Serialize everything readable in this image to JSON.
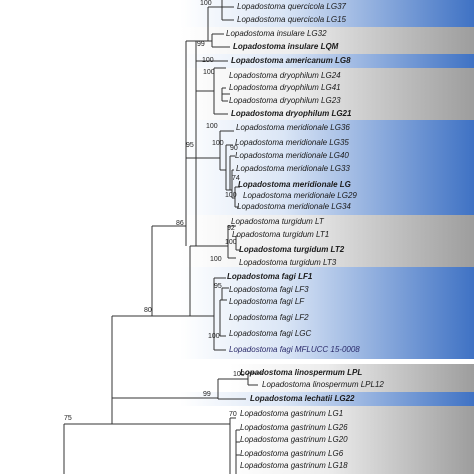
{
  "colors": {
    "blue_band": "#3f72c4",
    "gray_band": "#9d9d9d",
    "branch": "#333333",
    "highlight_label": "#2a2a6a"
  },
  "taxa": [
    {
      "genus": "Lopadostoma",
      "epithet": "quercicola",
      "strain": "LG37",
      "bold": false
    },
    {
      "genus": "Lopadostoma",
      "epithet": "quercicola",
      "strain": "LG15",
      "bold": false
    },
    {
      "genus": "Lopadostoma",
      "epithet": "insulare",
      "strain": "LG32",
      "bold": false
    },
    {
      "genus": "Lopadostoma",
      "epithet": "insulare",
      "strain": "LQM",
      "bold": true
    },
    {
      "genus": "Lopadostoma",
      "epithet": "americanum",
      "strain": "LG8",
      "bold": true
    },
    {
      "genus": "Lopadostoma",
      "epithet": "dryophilum",
      "strain": "LG24",
      "bold": false
    },
    {
      "genus": "Lopadostoma",
      "epithet": "dryophilum",
      "strain": "LG41",
      "bold": false
    },
    {
      "genus": "Lopadostoma",
      "epithet": "dryophilum",
      "strain": "LG23",
      "bold": false
    },
    {
      "genus": "Lopadostoma",
      "epithet": "dryophilum",
      "strain": "LG21",
      "bold": true
    },
    {
      "genus": "Lopadostoma",
      "epithet": "meridionale",
      "strain": "LG36",
      "bold": false
    },
    {
      "genus": "Lopadostoma",
      "epithet": "meridionale",
      "strain": "LG35",
      "bold": false
    },
    {
      "genus": "Lopadostoma",
      "epithet": "meridionale",
      "strain": "LG40",
      "bold": false
    },
    {
      "genus": "Lopadostoma",
      "epithet": "meridionale",
      "strain": "LG33",
      "bold": false
    },
    {
      "genus": "Lopadostoma",
      "epithet": "meridionale",
      "strain": "LG",
      "bold": true
    },
    {
      "genus": "Lopadostoma",
      "epithet": "meridionale",
      "strain": "LG29",
      "bold": false
    },
    {
      "genus": "Lopadostoma",
      "epithet": "meridionale",
      "strain": "LG34",
      "bold": false
    },
    {
      "genus": "Lopadostoma",
      "epithet": "turgidum",
      "strain": "LT",
      "bold": false
    },
    {
      "genus": "Lopadostoma",
      "epithet": "turgidum",
      "strain": "LT1",
      "bold": false
    },
    {
      "genus": "Lopadostoma",
      "epithet": "turgidum",
      "strain": "LT2",
      "bold": true
    },
    {
      "genus": "Lopadostoma",
      "epithet": "turgidum",
      "strain": "LT3",
      "bold": false
    },
    {
      "genus": "Lopadostoma",
      "epithet": "fagi",
      "strain": "LF1",
      "bold": true
    },
    {
      "genus": "Lopadostoma",
      "epithet": "fagi",
      "strain": "LF3",
      "bold": false
    },
    {
      "genus": "Lopadostoma",
      "epithet": "fagi",
      "strain": "LF",
      "bold": false
    },
    {
      "genus": "Lopadostoma",
      "epithet": "fagi",
      "strain": "LF2",
      "bold": false
    },
    {
      "genus": "Lopadostoma",
      "epithet": "fagi",
      "strain": "LGC",
      "bold": false
    },
    {
      "genus": "Lopadostoma",
      "epithet": "fagi",
      "strain": "MFLUCC 15-0008",
      "bold": false,
      "highlight": true
    },
    {
      "genus": "Lopadostoma",
      "epithet": "linospermum",
      "strain": "LPL",
      "bold": true
    },
    {
      "genus": "Lopadostoma",
      "epithet": "linospermum",
      "strain": "LPL12",
      "bold": false
    },
    {
      "genus": "Lopadostoma",
      "epithet": "lechatii",
      "strain": "LG22",
      "bold": true
    },
    {
      "genus": "Lopadostoma",
      "epithet": "gastrinum",
      "strain": "LG1",
      "bold": false
    },
    {
      "genus": "Lopadostoma",
      "epithet": "gastrinum",
      "strain": "LG26",
      "bold": false
    },
    {
      "genus": "Lopadostoma",
      "epithet": "gastrinum",
      "strain": "LG20",
      "bold": false
    },
    {
      "genus": "Lopadostoma",
      "epithet": "gastrinum",
      "strain": "LG6",
      "bold": false
    },
    {
      "genus": "Lopadostoma",
      "epithet": "gastrinum",
      "strain": "LG18",
      "bold": false
    }
  ],
  "support_values": [
    "100",
    "99",
    "100",
    "100",
    "100",
    "100",
    "90",
    "74",
    "100",
    "95",
    "92",
    "100",
    "100",
    "95",
    "100",
    "86",
    "80",
    "100",
    "99",
    "70",
    "75"
  ]
}
